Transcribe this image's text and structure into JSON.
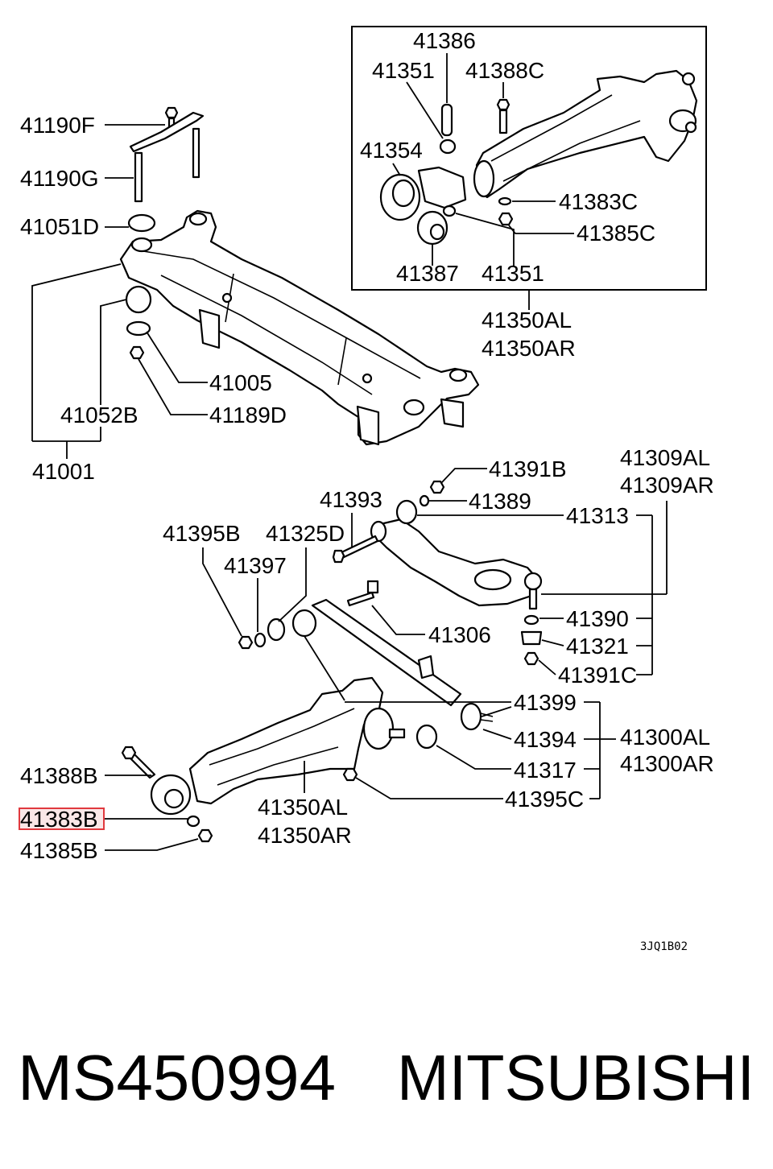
{
  "diagram": {
    "drawing_code": "3JQ1B02",
    "inset": {
      "c41386": "41386",
      "c41351_top": "41351",
      "c41388C": "41388C",
      "c41354": "41354",
      "c41383C": "41383C",
      "c41385C": "41385C",
      "c41387": "41387",
      "c41351_bottom": "41351",
      "c41350AL": "41350AL",
      "c41350AR": "41350AR"
    },
    "crossmember": {
      "c41190F": "41190F",
      "c41190G": "41190G",
      "c41051D": "41051D",
      "c41005": "41005",
      "c41052B": "41052B",
      "c41189D": "41189D",
      "c41001": "41001"
    },
    "front_suspension": {
      "c41391B": "41391B",
      "c41309AL": "41309AL",
      "c41309AR": "41309AR",
      "c41393": "41393",
      "c41389": "41389",
      "c41313": "41313",
      "c41395B": "41395B",
      "c41325D": "41325D",
      "c41397": "41397",
      "c41390": "41390",
      "c41306": "41306",
      "c41321": "41321",
      "c41391C": "41391C",
      "c41399": "41399",
      "c41394": "41394",
      "c41300AL": "41300AL",
      "c41300AR": "41300AR",
      "c41388B": "41388B",
      "c41317": "41317",
      "c41383B": "41383B",
      "c41395C": "41395C",
      "c41350AL": "41350AL",
      "c41350AR": "41350AR",
      "c41385B": "41385B"
    }
  },
  "footer": {
    "part_number": "MS450994",
    "brand": "MITSUBISHI"
  },
  "colors": {
    "ink": "#000000",
    "highlight_border": "#e0393e",
    "highlight_fill": "#f6d3d3",
    "background": "#ffffff"
  }
}
